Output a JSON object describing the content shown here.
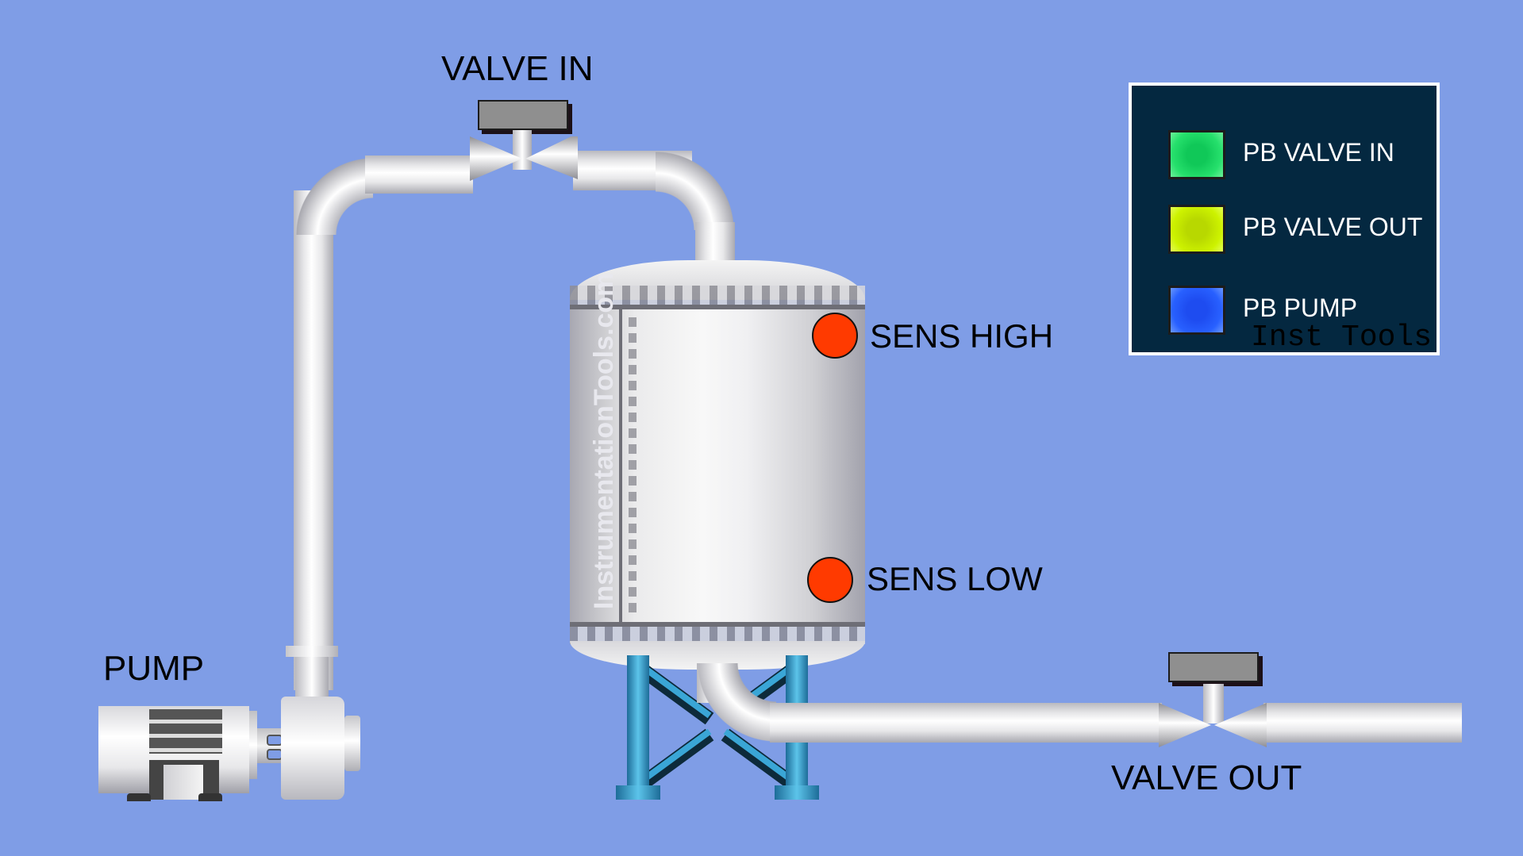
{
  "labels": {
    "valve_in": "VALVE IN",
    "valve_out": "VALVE OUT",
    "pump": "PUMP",
    "sens_high": "SENS HIGH",
    "sens_low": "SENS LOW",
    "tank_watermark": "InstrumentationTools.com"
  },
  "control_panel": {
    "buttons": [
      {
        "label": "PB VALVE IN",
        "color": "#16d35c"
      },
      {
        "label": "PB VALVE OUT",
        "color": "#c8f000"
      },
      {
        "label": "PB PUMP",
        "color": "#1f5cff"
      }
    ],
    "watermark": "Inst Tools"
  },
  "sensors": {
    "high": {
      "state_color": "#ff3a00"
    },
    "low": {
      "state_color": "#ff3a00"
    }
  },
  "colors": {
    "background": "#7f9de6",
    "panel": "#042840",
    "stand": "#2a8fc0"
  }
}
